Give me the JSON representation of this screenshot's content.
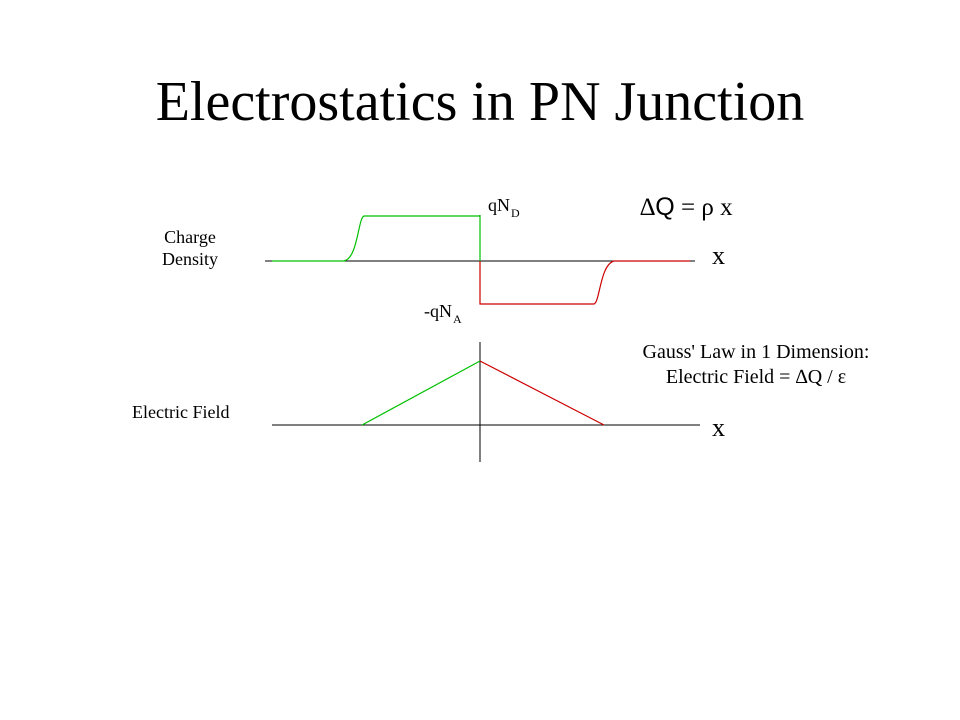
{
  "slide": {
    "title": "Electrostatics in PN Junction"
  },
  "charge_plot": {
    "ylabel_line1": "Charge",
    "ylabel_line2": "Density",
    "xlabel": "x",
    "positive_label": {
      "prefix": "qN",
      "subscript": "D"
    },
    "negative_label": {
      "prefix": "-qN",
      "subscript": "A"
    },
    "positive_color": "#00c000",
    "negative_color": "#cc0000"
  },
  "equation": {
    "delta": "∆",
    "q": "Q",
    "rest": " = ρ x"
  },
  "field_plot": {
    "ylabel": "Electric Field",
    "xlabel": "x",
    "rising_color": "#00c000",
    "falling_color": "#cc0000"
  },
  "gauss_note": {
    "line1": "Gauss' Law in 1 Dimension:",
    "line2": "Electric Field = ∆Q / ε"
  }
}
